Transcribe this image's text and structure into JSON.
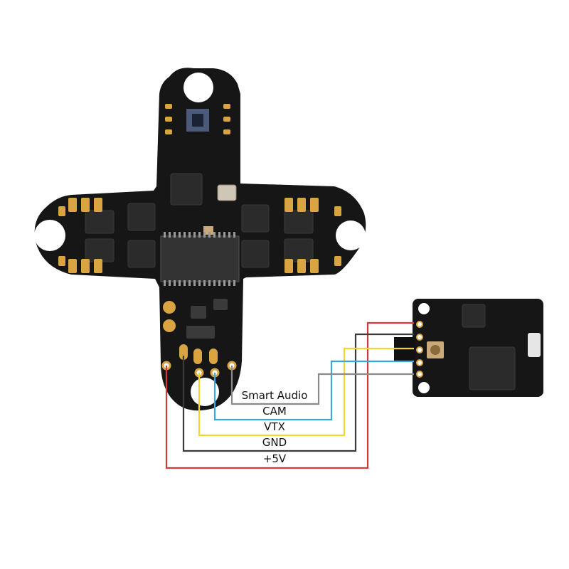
{
  "diagram": {
    "wires": [
      {
        "id": "smart-audio",
        "label": "Smart Audio",
        "color": "#8a8a8a"
      },
      {
        "id": "cam",
        "label": "CAM",
        "color": "#3aa7df"
      },
      {
        "id": "vtx",
        "label": "VTX",
        "color": "#f2d531"
      },
      {
        "id": "gnd",
        "label": "GND",
        "color": "#3a3a3a"
      },
      {
        "id": "plus5v",
        "label": "+5V",
        "color": "#d9363e"
      }
    ],
    "board_colors": {
      "pcb": "#161616",
      "pad": "#d9a441",
      "chip": "#2b2b2b"
    }
  }
}
